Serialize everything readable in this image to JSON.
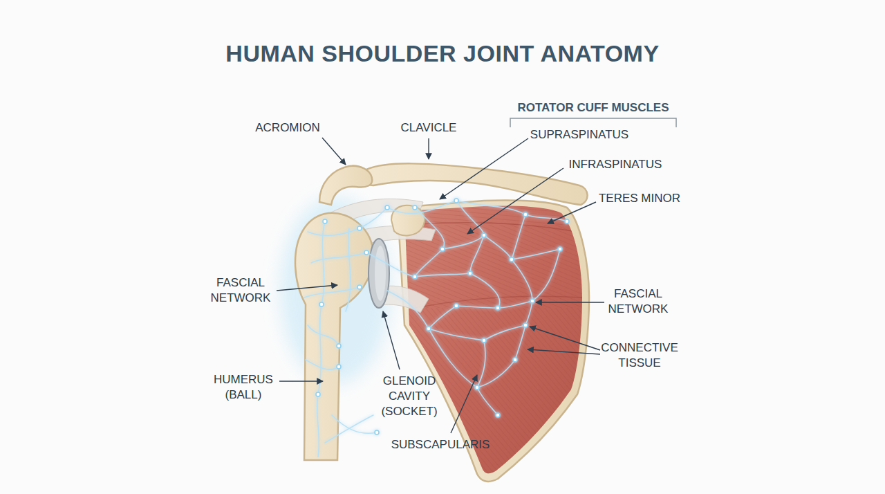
{
  "diagram": {
    "title": "HUMAN SHOULDER JOINT ANATOMY",
    "labels": [
      "ACROMION",
      "CLAVICLE",
      "ROTATOR CUFF MUSCLES",
      "SUPRASPINATUS",
      "INFRASPINATUS",
      "TERES MINOR",
      "FASCIAL NETWORK",
      "FASCIAL NETWORK",
      "CONNECTIVE TISSUE",
      "HUMERUS (BALL)",
      "GLENOID CAVITY (SOCKET)",
      "SUBSCAPULARIS"
    ]
  }
}
